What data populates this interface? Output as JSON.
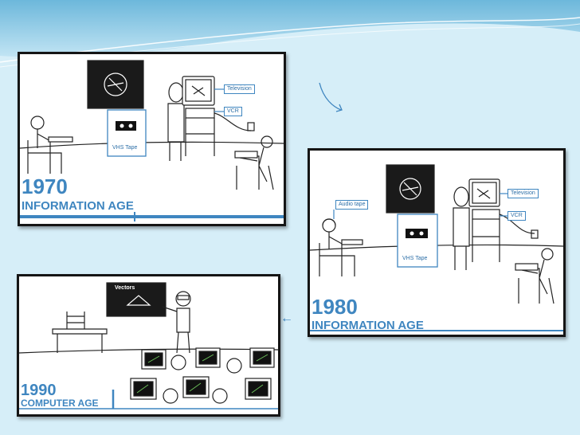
{
  "panels": {
    "p1970": {
      "year": "1970",
      "era": "INFORMATION AGE",
      "labels": {
        "television": "Television",
        "vcr": "VCR",
        "vhs": "VHS Tape"
      }
    },
    "p1980": {
      "year": "1980",
      "era": "INFORMATION AGE",
      "labels": {
        "audio": "Audio tape",
        "television": "Television",
        "vcr": "VCR",
        "vhs": "VHS Tape"
      }
    },
    "p1990": {
      "year": "1990",
      "era": "COMPUTER AGE",
      "board": "Vectors"
    }
  },
  "arrows": {
    "left_arrow": "←"
  },
  "colors": {
    "accent": "#3f86c0",
    "background": "#d6eef8",
    "panel_border": "#151515"
  }
}
